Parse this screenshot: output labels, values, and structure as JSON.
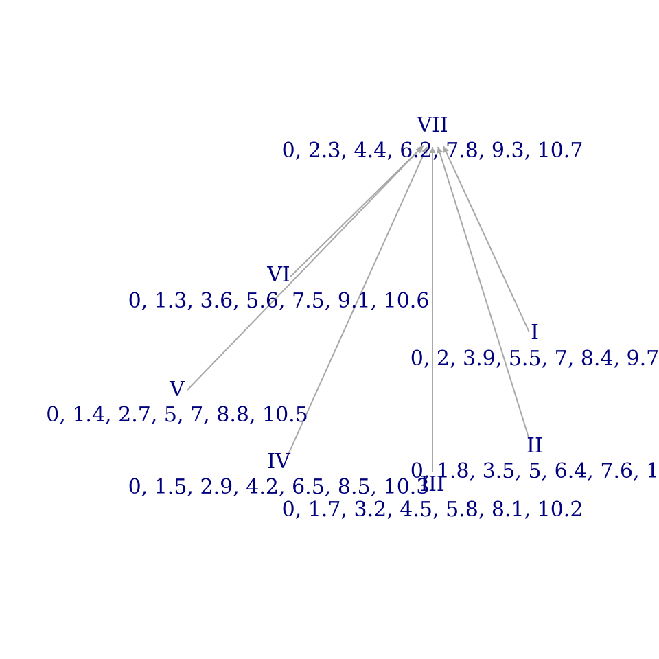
{
  "diagram": {
    "text_color": "#00007f",
    "edge_color": "#a8a8a8",
    "nodes": [
      {
        "id": "VII",
        "name": "VII",
        "values": "0, 2.3, 4.4, 6.2, 7.8, 9.3, 10.7"
      },
      {
        "id": "VI",
        "name": "VI",
        "values": "0, 1.3, 3.6, 5.6, 7.5, 9.1, 10.6"
      },
      {
        "id": "I",
        "name": "I",
        "values": "0, 2, 3.9, 5.5, 7, 8.4, 9.7"
      },
      {
        "id": "V",
        "name": "V",
        "values": "0, 1.4, 2.7, 5, 7, 8.8, 10.5"
      },
      {
        "id": "II",
        "name": "II",
        "values": "0, 1.8, 3.5, 5, 6.4, 7.6, 1"
      },
      {
        "id": "IV",
        "name": "IV",
        "values": "0, 1.5, 2.9, 4.2, 6.5, 8.5, 10.3"
      },
      {
        "id": "III",
        "name": "III",
        "values": "0, 1.7, 3.2, 4.5, 5.8, 8.1, 10.2"
      }
    ],
    "edges": [
      {
        "from": "VI",
        "to": "VII"
      },
      {
        "from": "V",
        "to": "VII"
      },
      {
        "from": "IV",
        "to": "VII"
      },
      {
        "from": "III",
        "to": "VII"
      },
      {
        "from": "II",
        "to": "VII"
      },
      {
        "from": "I",
        "to": "VII"
      }
    ]
  }
}
